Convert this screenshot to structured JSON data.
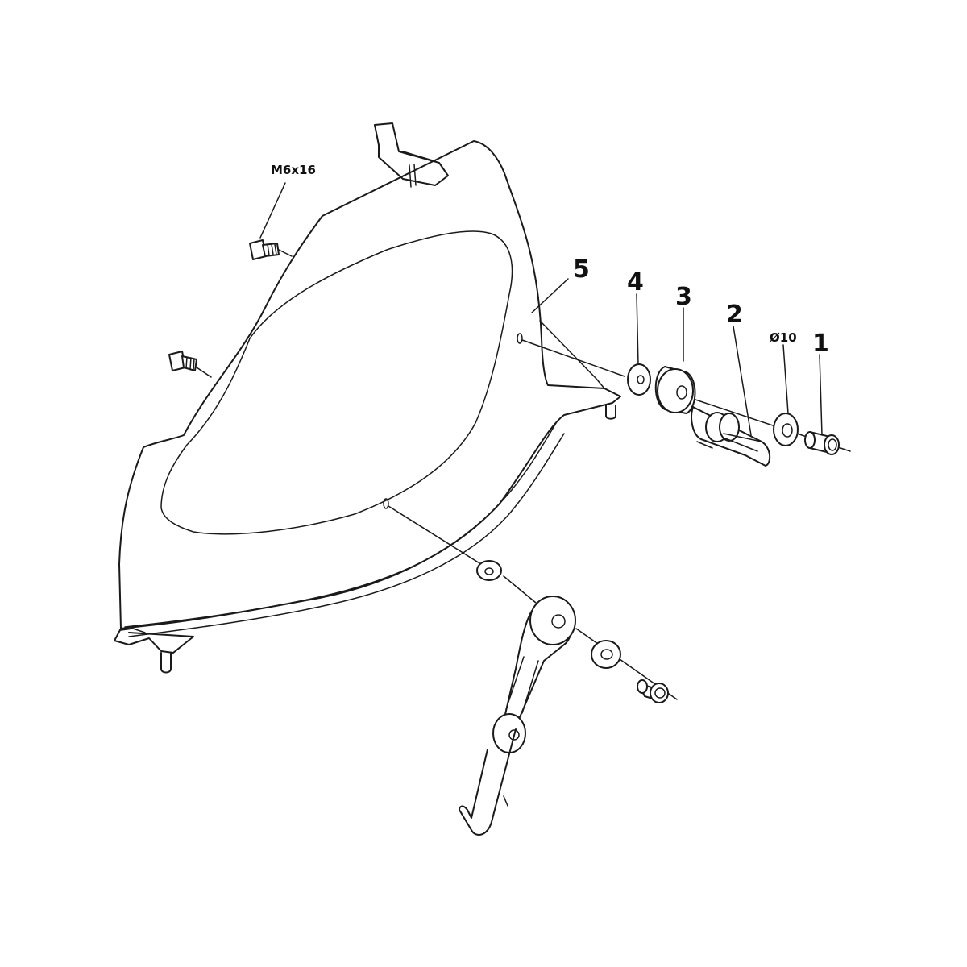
{
  "diagram": {
    "callouts": {
      "c1": "1",
      "c2": "2",
      "c3": "3",
      "c4": "4",
      "c5": "5"
    },
    "specs": {
      "bolt": "M6x16",
      "washer_diameter": "Ø10"
    }
  }
}
